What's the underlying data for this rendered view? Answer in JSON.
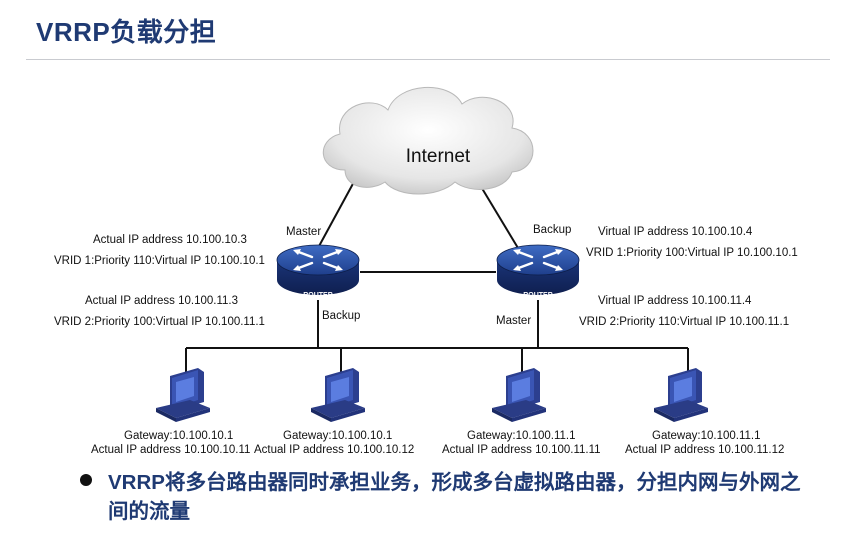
{
  "title": "VRRP负载分担",
  "internet": "Internet",
  "router_badge": "ROUTER",
  "left_router": {
    "master_label": "Master",
    "backup_label": "Backup",
    "actual1": "Actual IP address 10.100.10.3",
    "vrid1": "VRID 1:Priority 110:Virtual IP  10.100.10.1",
    "actual2": "Actual IP address 10.100.11.3",
    "vrid2": "VRID 2:Priority 100:Virtual IP  10.100.11.1"
  },
  "right_router": {
    "backup_label": "Backup",
    "master_label": "Master",
    "virtual1": "Virtual IP address 10.100.10.4",
    "vrid1": "VRID 1:Priority 100:Virtual IP  10.100.10.1",
    "virtual2": "Virtual IP address 10.100.11.4",
    "vrid2": "VRID 2:Priority 110:Virtual IP  10.100.11.1"
  },
  "hosts": [
    {
      "gateway": "Gateway:10.100.10.1",
      "actual": "Actual IP address 10.100.10.11"
    },
    {
      "gateway": "Gateway:10.100.10.1",
      "actual": "Actual IP address 10.100.10.12"
    },
    {
      "gateway": "Gateway:10.100.11.1",
      "actual": "Actual IP address 10.100.11.11"
    },
    {
      "gateway": "Gateway:10.100.11.1",
      "actual": "Actual IP address 10.100.11.12"
    }
  ],
  "bullet_text": "VRRP将多台路由器同时承担业务，形成多台虚拟路由器，分担内网与外网之间的流量"
}
